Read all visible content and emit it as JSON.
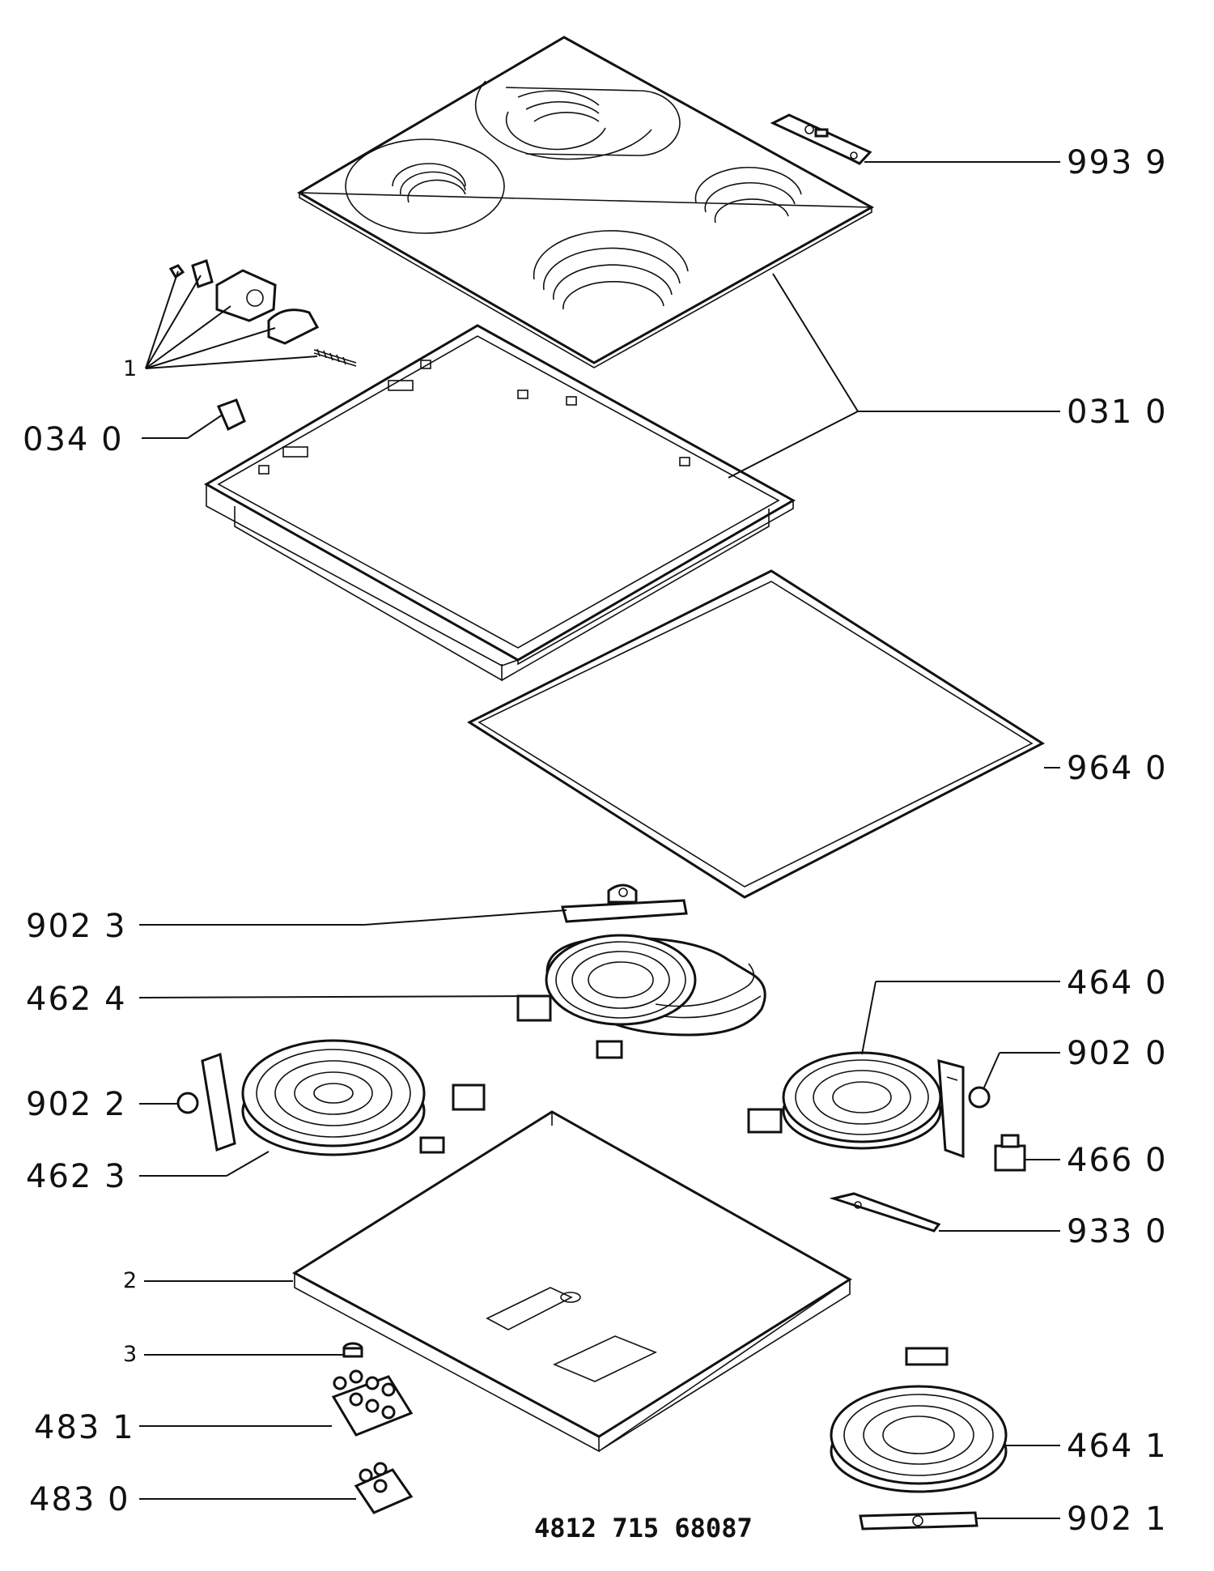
{
  "labels": {
    "l9939": "993 9",
    "l0310": "031 0",
    "l1": "1",
    "l0340": "034 0",
    "l9640": "964 0",
    "l9023": "902 3",
    "l4624": "462 4",
    "l4640": "464 0",
    "l9020": "902 0",
    "l9022": "902 2",
    "l4623": "462 3",
    "l4660": "466 0",
    "l9330": "933 0",
    "l2": "2",
    "l3": "3",
    "l4831": "483 1",
    "l4830": "483 0",
    "l4641": "464 1",
    "l9021": "902 1"
  },
  "document_number": "4812 715 68087"
}
